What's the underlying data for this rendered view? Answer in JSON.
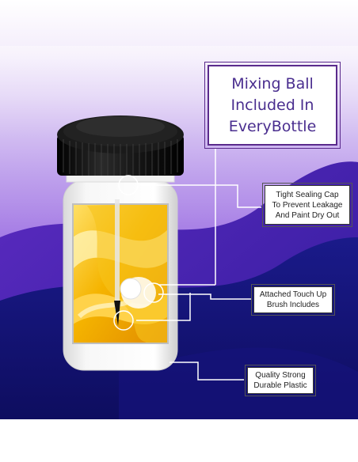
{
  "title": {
    "lines": [
      "Mixing Ball",
      "Included In",
      "EveryBottle"
    ]
  },
  "callouts": [
    {
      "id": "cap",
      "lines": [
        "Tight Sealing Cap",
        "To Prevent Leakage",
        "And Paint Dry Out"
      ]
    },
    {
      "id": "brush",
      "lines": [
        "Attached Touch Up",
        "Brush Includes"
      ]
    },
    {
      "id": "plastic",
      "lines": [
        "Quality Strong",
        "Durable Plastic"
      ]
    }
  ],
  "colors": {
    "background_purple": "#7b3fd0",
    "accent_title": "#4a2e8f",
    "paint_yellow": "#f5b400",
    "cap_black": "#111111"
  }
}
